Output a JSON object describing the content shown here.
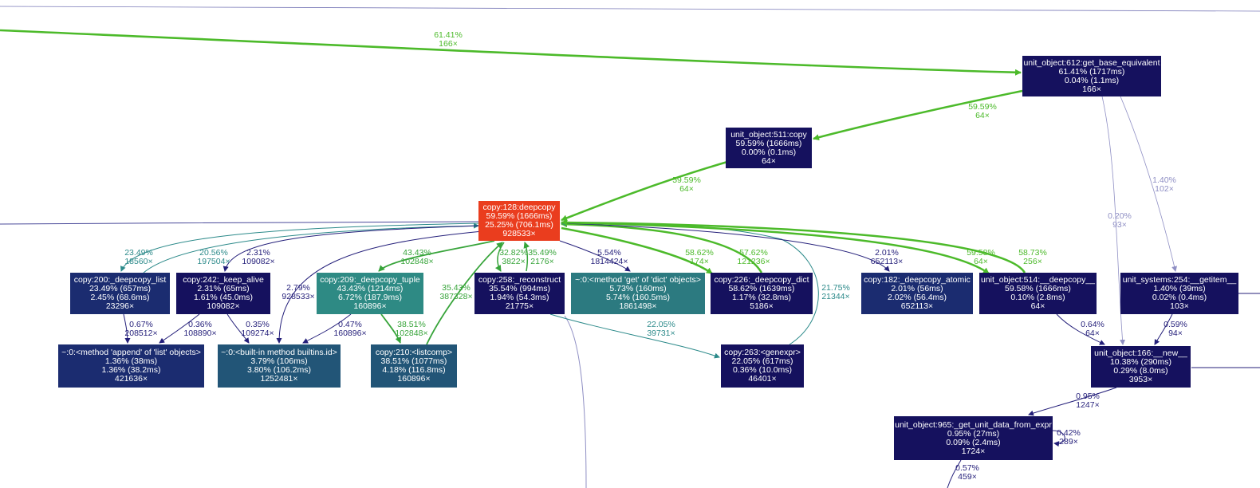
{
  "colors": {
    "dark_navy": "#15115e",
    "navy": "#1b2c70",
    "steel_blue": "#225577",
    "teal": "#2e8a84",
    "dark_teal": "#2c7a80",
    "red": "#ea3d1e",
    "green_edge": "#4cba2a",
    "green_edge_2": "#37a43a",
    "teal_edge": "#2c8a8a",
    "dark_edge": "#241f7a",
    "light_edge": "#8f8fc4"
  },
  "nodes": [
    {
      "id": "get_base_equivalent",
      "name": "unit_object:612:get_base_equivalent",
      "total": "61.41% (1717ms)",
      "self": "0.04% (1.1ms)",
      "calls": "166×",
      "color": "dark_navy"
    },
    {
      "id": "uo_copy",
      "name": "unit_object:511:copy",
      "total": "59.59% (1666ms)",
      "self": "0.00% (0.1ms)",
      "calls": "64×",
      "color": "dark_navy"
    },
    {
      "id": "deepcopy",
      "name": "copy:128:deepcopy",
      "total": "59.59% (1666ms)",
      "self": "25.25% (706.1ms)",
      "calls": "928533×",
      "color": "red"
    },
    {
      "id": "deepcopy_list",
      "name": "copy:200:_deepcopy_list",
      "total": "23.49% (657ms)",
      "self": "2.45% (68.6ms)",
      "calls": "23296×",
      "color": "navy"
    },
    {
      "id": "keep_alive",
      "name": "copy:242:_keep_alive",
      "total": "2.31% (65ms)",
      "self": "1.61% (45.0ms)",
      "calls": "109082×",
      "color": "dark_navy"
    },
    {
      "id": "deepcopy_tuple",
      "name": "copy:209:_deepcopy_tuple",
      "total": "43.43% (1214ms)",
      "self": "6.72% (187.9ms)",
      "calls": "160896×",
      "color": "teal"
    },
    {
      "id": "reconstruct",
      "name": "copy:258:_reconstruct",
      "total": "35.54% (994ms)",
      "self": "1.94% (54.3ms)",
      "calls": "21775×",
      "color": "dark_navy"
    },
    {
      "id": "dict_get",
      "name": "~:0:<method 'get' of 'dict' objects>",
      "total": "5.73% (160ms)",
      "self": "5.74% (160.5ms)",
      "calls": "1861498×",
      "color": "dark_teal"
    },
    {
      "id": "deepcopy_dict",
      "name": "copy:226:_deepcopy_dict",
      "total": "58.62% (1639ms)",
      "self": "1.17% (32.8ms)",
      "calls": "5186×",
      "color": "dark_navy"
    },
    {
      "id": "deepcopy_atomic",
      "name": "copy:182:_deepcopy_atomic",
      "total": "2.01% (56ms)",
      "self": "2.02% (56.4ms)",
      "calls": "652113×",
      "color": "navy"
    },
    {
      "id": "uo_deepcopy",
      "name": "unit_object:514:__deepcopy__",
      "total": "59.58% (1666ms)",
      "self": "0.10% (2.8ms)",
      "calls": "64×",
      "color": "dark_navy"
    },
    {
      "id": "getitem",
      "name": "unit_systems:254:__getitem__",
      "total": "1.40% (39ms)",
      "self": "0.02% (0.4ms)",
      "calls": "103×",
      "color": "dark_navy"
    },
    {
      "id": "list_append",
      "name": "~:0:<method 'append' of 'list' objects>",
      "total": "1.36% (38ms)",
      "self": "1.36% (38.2ms)",
      "calls": "421636×",
      "color": "navy"
    },
    {
      "id": "builtins_id",
      "name": "~:0:<built-in method builtins.id>",
      "total": "3.79% (106ms)",
      "self": "3.80% (106.2ms)",
      "calls": "1252481×",
      "color": "steel_blue"
    },
    {
      "id": "listcomp",
      "name": "copy:210:<listcomp>",
      "total": "38.51% (1077ms)",
      "self": "4.18% (116.8ms)",
      "calls": "160896×",
      "color": "steel_blue"
    },
    {
      "id": "genexpr",
      "name": "copy:263:<genexpr>",
      "total": "22.05% (617ms)",
      "self": "0.36% (10.0ms)",
      "calls": "46401×",
      "color": "dark_navy"
    },
    {
      "id": "uo_new",
      "name": "unit_object:166:__new__",
      "total": "10.38% (290ms)",
      "self": "0.29% (8.0ms)",
      "calls": "3953×",
      "color": "dark_navy"
    },
    {
      "id": "get_unit_data",
      "name": "unit_object:965:_get_unit_data_from_expr",
      "total": "0.95% (27ms)",
      "self": "0.09% (2.4ms)",
      "calls": "1724×",
      "color": "dark_navy"
    }
  ],
  "edges": [
    {
      "id": "e_in_gbe",
      "from": "external",
      "to": "get_base_equivalent",
      "pct": "61.41%",
      "calls": "166×",
      "color": "green_edge"
    },
    {
      "id": "e_gbe_copy",
      "from": "get_base_equivalent",
      "to": "uo_copy",
      "pct": "59.59%",
      "calls": "64×",
      "color": "green_edge"
    },
    {
      "id": "e_copy_deep",
      "from": "uo_copy",
      "to": "deepcopy",
      "pct": "59.59%",
      "calls": "64×",
      "color": "green_edge"
    },
    {
      "id": "e_deep_list",
      "from": "deepcopy",
      "to": "deepcopy_list",
      "pct": "23.49%",
      "calls": "18560×",
      "color": "teal_edge"
    },
    {
      "id": "e_list_deep",
      "from": "deepcopy_list",
      "to": "deepcopy",
      "pct": "20.56%",
      "calls": "197504×",
      "color": "teal_edge"
    },
    {
      "id": "e_deep_keep",
      "from": "deepcopy",
      "to": "keep_alive",
      "pct": "2.31%",
      "calls": "109082×",
      "color": "dark_edge"
    },
    {
      "id": "e_deep_id",
      "from": "deepcopy",
      "to": "builtins_id",
      "pct": "2.79%",
      "calls": "928533×",
      "color": "dark_edge"
    },
    {
      "id": "e_deep_tuple",
      "from": "deepcopy",
      "to": "deepcopy_tuple",
      "pct": "43.43%",
      "calls": "102848×",
      "color": "green_edge_2"
    },
    {
      "id": "e_listcomp_deep",
      "from": "listcomp",
      "to": "deepcopy",
      "pct": "35.43%",
      "calls": "387328×",
      "color": "green_edge_2"
    },
    {
      "id": "e_deep_recon",
      "from": "deepcopy",
      "to": "reconstruct",
      "pct": "32.82%",
      "calls": "3822×",
      "color": "green_edge_2"
    },
    {
      "id": "e_recon_deep",
      "from": "reconstruct",
      "to": "deepcopy",
      "pct": "35.49%",
      "calls": "2176×",
      "color": "green_edge_2"
    },
    {
      "id": "e_deep_get",
      "from": "deepcopy",
      "to": "dict_get",
      "pct": "5.54%",
      "calls": "1814424×",
      "color": "dark_edge"
    },
    {
      "id": "e_deep_dict",
      "from": "deepcopy",
      "to": "deepcopy_dict",
      "pct": "58.62%",
      "calls": "174×",
      "color": "green_edge"
    },
    {
      "id": "e_dict_deep",
      "from": "deepcopy_dict",
      "to": "deepcopy",
      "pct": "57.62%",
      "calls": "121236×",
      "color": "green_edge"
    },
    {
      "id": "e_genexpr_deep",
      "from": "genexpr",
      "to": "deepcopy",
      "pct": "21.75%",
      "calls": "21344×",
      "color": "teal_edge"
    },
    {
      "id": "e_deep_atomic",
      "from": "deepcopy",
      "to": "deepcopy_atomic",
      "pct": "2.01%",
      "calls": "652113×",
      "color": "dark_edge"
    },
    {
      "id": "e_deep_uodeep",
      "from": "deepcopy",
      "to": "uo_deepcopy",
      "pct": "59.58%",
      "calls": "64×",
      "color": "green_edge"
    },
    {
      "id": "e_uodeep_deep",
      "from": "uo_deepcopy",
      "to": "deepcopy",
      "pct": "58.73%",
      "calls": "256×",
      "color": "green_edge"
    },
    {
      "id": "e_list_append",
      "from": "deepcopy_list",
      "to": "list_append",
      "pct": "0.67%",
      "calls": "208512×",
      "color": "dark_edge"
    },
    {
      "id": "e_keep_append",
      "from": "keep_alive",
      "to": "list_append",
      "pct": "0.36%",
      "calls": "108890×",
      "color": "dark_edge"
    },
    {
      "id": "e_keep_id",
      "from": "keep_alive",
      "to": "builtins_id",
      "pct": "0.35%",
      "calls": "109274×",
      "color": "dark_edge"
    },
    {
      "id": "e_tuple_id",
      "from": "deepcopy_tuple",
      "to": "builtins_id",
      "pct": "0.47%",
      "calls": "160896×",
      "color": "dark_edge"
    },
    {
      "id": "e_tuple_listcomp",
      "from": "deepcopy_tuple",
      "to": "listcomp",
      "pct": "38.51%",
      "calls": "102848×",
      "color": "green_edge_2"
    },
    {
      "id": "e_recon_genexpr",
      "from": "reconstruct",
      "to": "genexpr",
      "pct": "22.05%",
      "calls": "39731×",
      "color": "teal_edge"
    },
    {
      "id": "e_gbe_new",
      "from": "get_base_equivalent",
      "to": "uo_new",
      "pct": "0.20%",
      "calls": "93×",
      "color": "light_edge"
    },
    {
      "id": "e_gbe_getitem",
      "from": "get_base_equivalent",
      "to": "getitem",
      "pct": "1.40%",
      "calls": "102×",
      "color": "light_edge"
    },
    {
      "id": "e_uodeep_new",
      "from": "uo_deepcopy",
      "to": "uo_new",
      "pct": "0.64%",
      "calls": "64×",
      "color": "dark_edge"
    },
    {
      "id": "e_getitem_new",
      "from": "getitem",
      "to": "uo_new",
      "pct": "0.59%",
      "calls": "94×",
      "color": "dark_edge"
    },
    {
      "id": "e_new_unitdata",
      "from": "uo_new",
      "to": "get_unit_data",
      "pct": "0.95%",
      "calls": "1247×",
      "color": "dark_edge"
    },
    {
      "id": "e_unitdata_self",
      "from": "get_unit_data",
      "to": "get_unit_data",
      "pct": "0.42%",
      "calls": "289×",
      "color": "dark_edge"
    },
    {
      "id": "e_unitdata_out",
      "from": "get_unit_data",
      "to": "external",
      "pct": "0.57%",
      "calls": "459×",
      "color": "dark_edge"
    }
  ]
}
